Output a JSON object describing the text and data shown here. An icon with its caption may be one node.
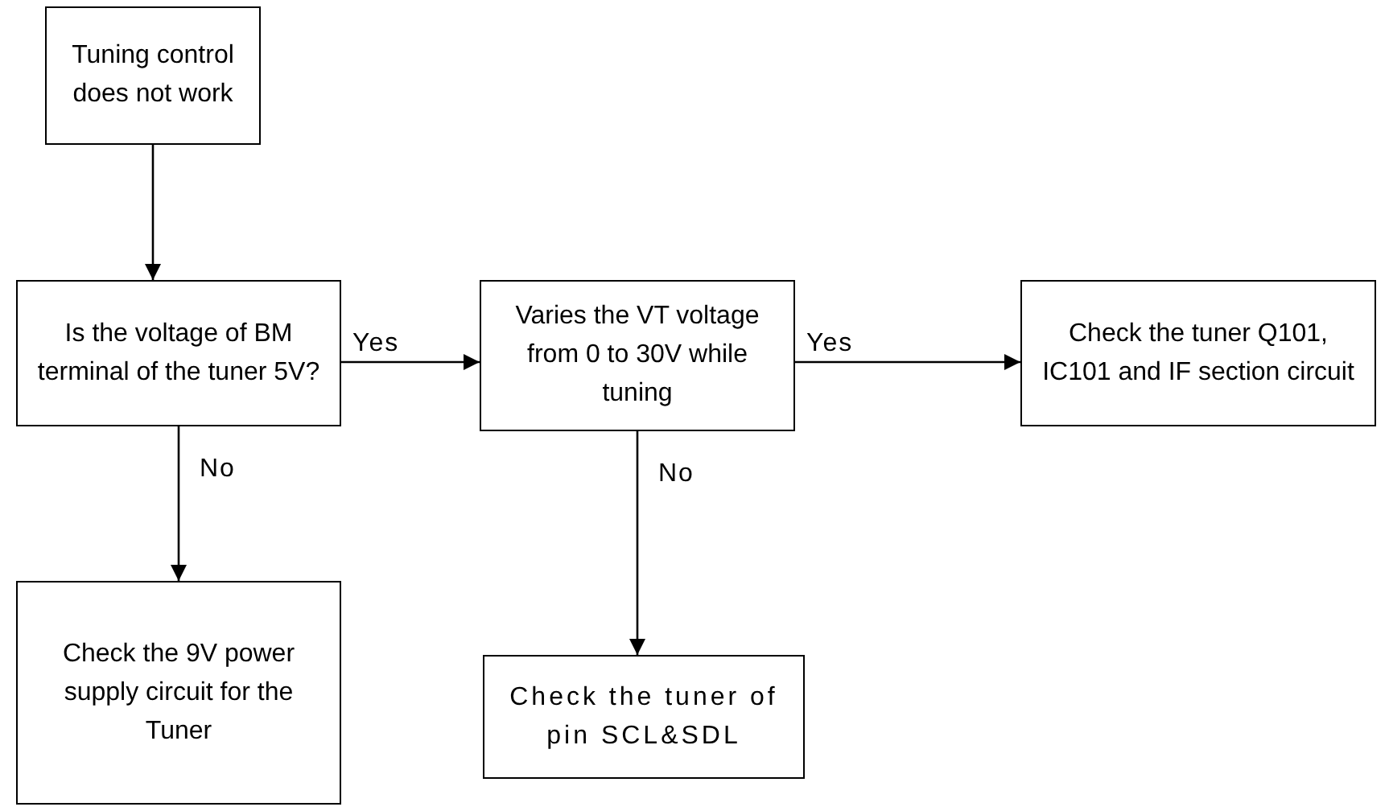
{
  "diagram": {
    "nodes": [
      {
        "text": [
          "Tuning control does not work"
        ]
      },
      {
        "text": [
          "Is the voltage of BM terminal of the tuner 5V?"
        ]
      },
      {
        "text": [
          "Varies the VT voltage from 0 to 30V while tuning"
        ]
      },
      {
        "text": [
          "Check the tuner Q101, IC101 and IF section circuit"
        ]
      },
      {
        "text": [
          "Check the 9V power supply circuit for the Tuner"
        ]
      },
      {
        "text": [
          "Check the tuner of pin SCL&SDL"
        ]
      }
    ],
    "edges": [
      {
        "from": 0,
        "to": 1,
        "arrow": "to"
      },
      {
        "from": 1,
        "to": 2,
        "arrow": "to",
        "label": "Yes"
      },
      {
        "from": 2,
        "to": 3,
        "arrow": "to",
        "label": "Yes"
      },
      {
        "from": 1,
        "to": 4,
        "arrow": "to",
        "label": "No"
      },
      {
        "from": 2,
        "to": 5,
        "arrow": "to",
        "label": "No"
      }
    ]
  }
}
